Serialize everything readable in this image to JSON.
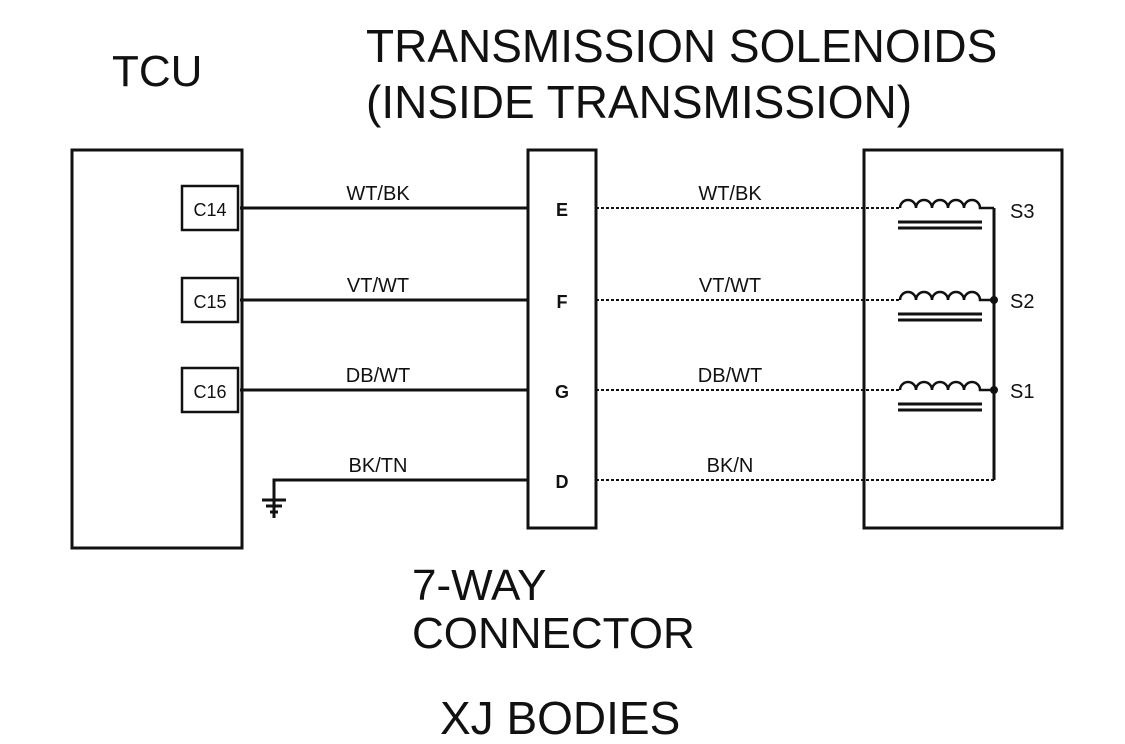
{
  "titles": {
    "tcu": "TCU",
    "solenoids_line1": "TRANSMISSION SOLENOIDS",
    "solenoids_line2": "(INSIDE TRANSMISSION)",
    "connector_line1": "7-WAY",
    "connector_line2": "CONNECTOR",
    "bodies": "XJ BODIES"
  },
  "tcu_pins": [
    "C14",
    "C15",
    "C16"
  ],
  "connector_pins": [
    "E",
    "F",
    "G",
    "D"
  ],
  "left_wires": [
    "WT/BK",
    "VT/WT",
    "DB/WT",
    "BK/TN"
  ],
  "right_wires": [
    "WT/BK",
    "VT/WT",
    "DB/WT",
    "BK/N"
  ],
  "solenoids": [
    "S3",
    "S2",
    "S1"
  ],
  "icons": {
    "ground": "ground-symbol-icon",
    "solenoid": "solenoid-coil-icon"
  }
}
